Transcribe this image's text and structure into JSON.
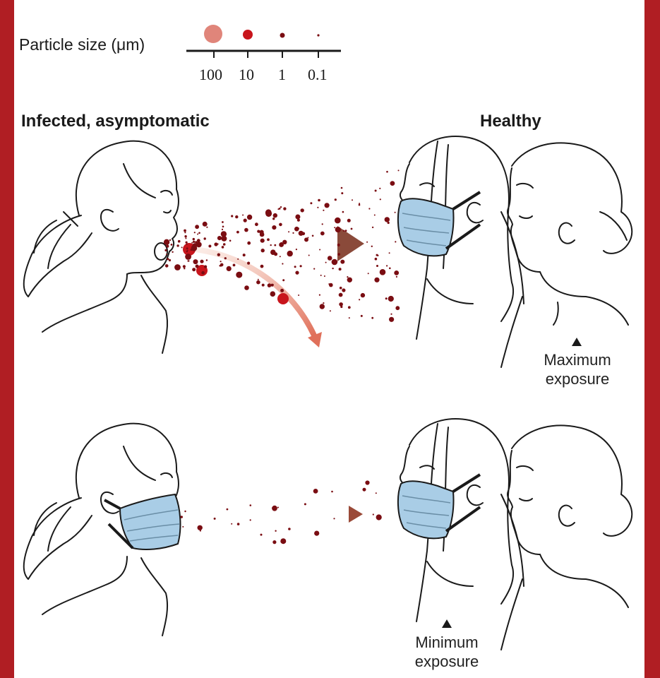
{
  "legend": {
    "title": "Particle size (μm)",
    "sizes": [
      {
        "label": "100",
        "color": "#e0857a"
      },
      {
        "label": "10",
        "color": "#c8151c"
      },
      {
        "label": "1",
        "color": "#7a0d12"
      },
      {
        "label": "0.1",
        "color": "#7a0d12"
      }
    ]
  },
  "headings": {
    "infected": "Infected, asymptomatic",
    "healthy": "Healthy"
  },
  "notes": {
    "maximum_line1": "Maximum",
    "maximum_line2": "exposure",
    "minimum_line1": "Minimum",
    "minimum_line2": "exposure"
  },
  "colors": {
    "border": "#b01e23",
    "mask": "#a9cde6",
    "aerosol_arrow": "#8a4a3a",
    "droplet_arrow": "#e0705a",
    "small_particle": "#7a0d12"
  }
}
